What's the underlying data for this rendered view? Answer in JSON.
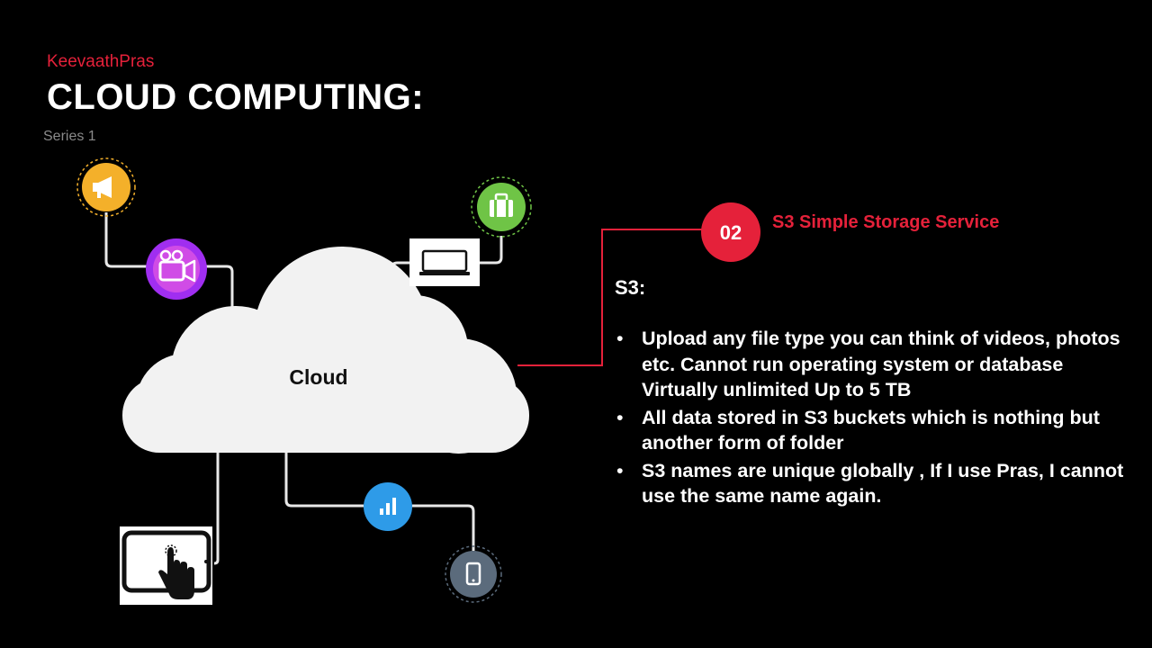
{
  "header": {
    "author": "KeevaathPras",
    "title": "CLOUD COMPUTING:",
    "series": "Series 1"
  },
  "diagram": {
    "cloud_label": "Cloud",
    "badge_number": "02",
    "service_title": "S3 Simple Storage Service",
    "icons": [
      "megaphone-icon",
      "video-camera-icon",
      "briefcase-icon",
      "laptop-icon",
      "bar-chart-icon",
      "smartphone-icon",
      "tablet-touch-icon"
    ],
    "colors": {
      "accent_red": "#e5213a",
      "megaphone_orange": "#f4b02a",
      "video_purple": "#a02ef0",
      "briefcase_green": "#6fc446",
      "chart_blue": "#2e9be8",
      "phone_slate": "#5b6b7c",
      "cloud_white": "#f2f2f2"
    }
  },
  "content": {
    "heading": "S3:",
    "bullets": [
      "Upload any file type you can think of videos, photos etc. Cannot run operating system or database Virtually unlimited Up to 5 TB",
      "All data stored in S3 buckets which is nothing but another form of folder",
      "S3 names are unique globally , If I use Pras, I cannot use the same name again."
    ]
  }
}
